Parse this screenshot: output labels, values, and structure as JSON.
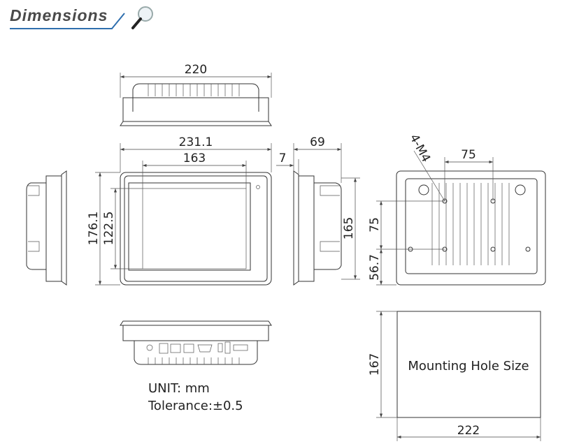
{
  "header": {
    "title": "Dimensions",
    "icon": "magnifier-icon",
    "accent_color": "#2f6fae"
  },
  "top_view": {
    "width": "220"
  },
  "front_view": {
    "overall_width": "231.1",
    "screen_width": "163",
    "overall_height": "176.1",
    "screen_height": "122.5"
  },
  "side_view": {
    "bezel_depth": "7",
    "total_depth": "69",
    "body_height": "165"
  },
  "back_view": {
    "screw_label": "4-M4",
    "hole_spacing_h": "75",
    "hole_spacing_v": "75",
    "hole_offset": "56.7"
  },
  "notes": {
    "unit": "UNIT: mm",
    "tolerance": "Tolerance:±0.5"
  },
  "cutout": {
    "label": "Mounting Hole Size",
    "height": "167",
    "width": "222"
  }
}
